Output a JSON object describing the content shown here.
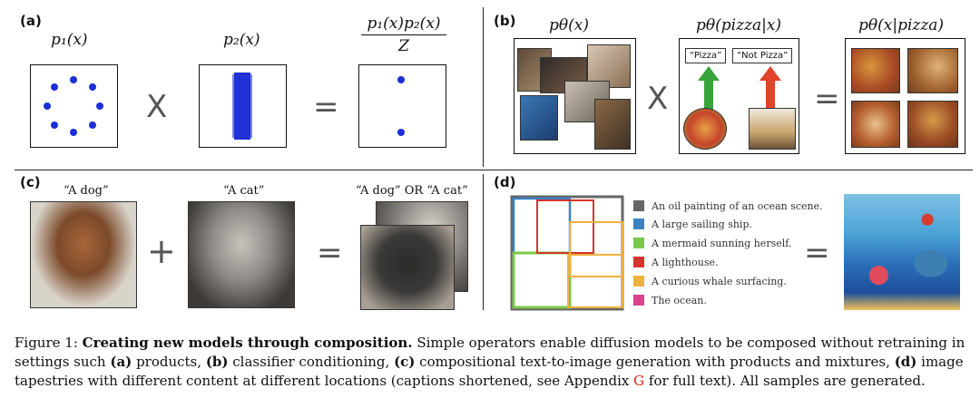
{
  "panel_a": {
    "label": "(a)",
    "p1": "p₁(x)",
    "p2": "p₂(x)",
    "numerator": "p₁(x)p₂(x)",
    "denominator": "Z",
    "times": "X",
    "equals": "="
  },
  "panel_b": {
    "label": "(b)",
    "prior": "pθ(x)",
    "classifier": "pθ(pizza|x)",
    "posterior": "pθ(x|pizza)",
    "pizza_tag": "“Pizza”",
    "not_pizza_tag": "“Not Pizza”",
    "times": "X",
    "equals": "="
  },
  "panel_c": {
    "label": "(c)",
    "dog_prompt": "“A dog”",
    "cat_prompt": "“A cat”",
    "or_prompt": "“A dog”  OR “A cat”",
    "plus": "+",
    "equals": "="
  },
  "panel_d": {
    "label": "(d)",
    "equals": "=",
    "legend": [
      {
        "text": "An oil painting of an ocean scene.",
        "color": "#666666"
      },
      {
        "text": "A large sailing ship.",
        "color": "#3b82c4"
      },
      {
        "text": "A mermaid sunning herself.",
        "color": "#7cc84a"
      },
      {
        "text": "A lighthouse.",
        "color": "#d6352b"
      },
      {
        "text": "A curious whale surfacing.",
        "color": "#eeb13f"
      },
      {
        "text": "The ocean.",
        "color": "#d9418e"
      }
    ]
  },
  "caption": {
    "figure_num": "Figure 1:",
    "bold_title": "Creating new models through composition.",
    "text_1": "Simple operators enable diffusion models to be composed without retraining in settings such",
    "a": "(a)",
    "text_a": "products,",
    "b": "(b)",
    "text_b": "classifier conditioning,",
    "c": "(c)",
    "text_c": "compositional text-to-image generation with products and mixtures,",
    "d": "(d)",
    "text_d": "image tapestries with different content at different locations (captions shortened, see Appendix",
    "appendix_ref": "G",
    "text_end": "for full text). All samples are generated."
  }
}
